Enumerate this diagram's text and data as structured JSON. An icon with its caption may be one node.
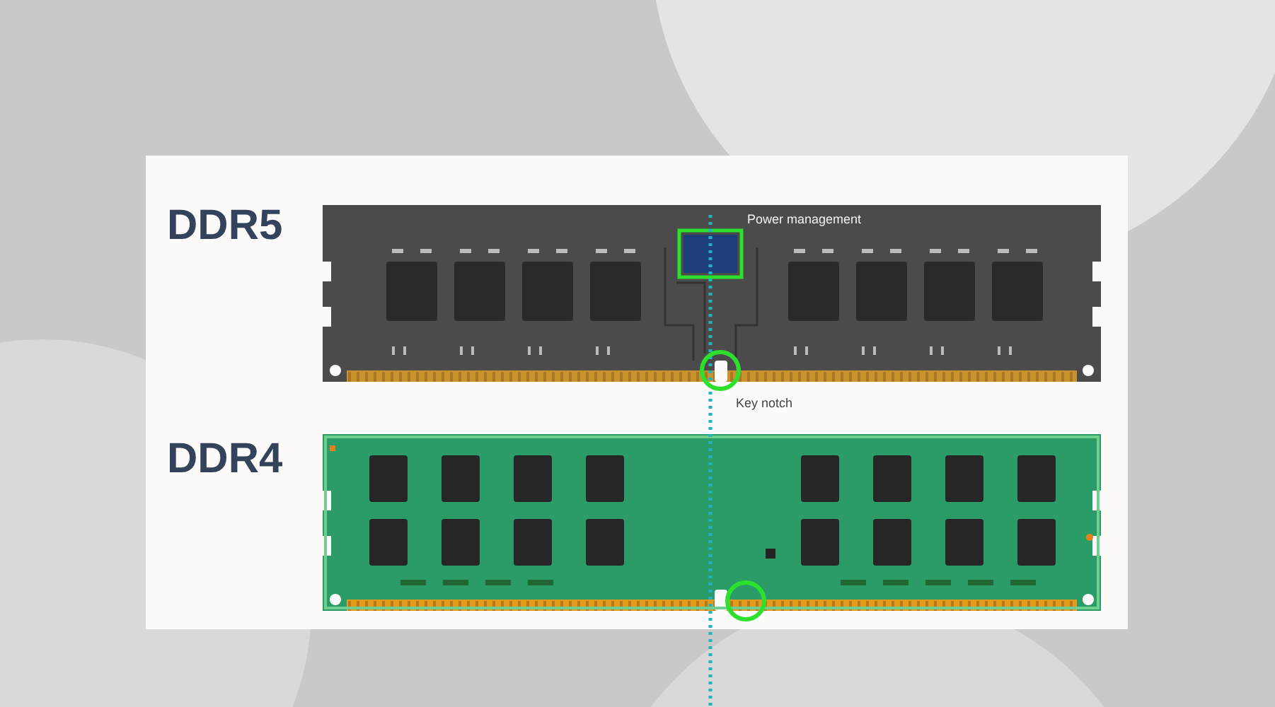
{
  "diagram": {
    "labels": [
      "DDR5",
      "Power management",
      "Key notch",
      "DDR4"
    ]
  }
}
